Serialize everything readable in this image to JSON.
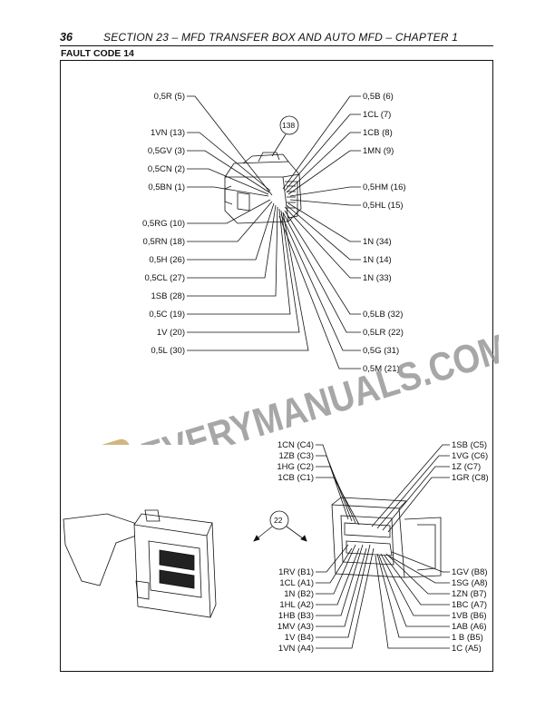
{
  "header": {
    "page_number": "36",
    "section_title": "SECTION 23 – MFD TRANSFER BOX AND AUTO MFD – CHAPTER 1"
  },
  "fault_code": "FAULT CODE 14",
  "connector_138": {
    "callout": "138",
    "left_pins": [
      "0,5R (5)",
      "1VN (13)",
      "0,5GV (3)",
      "0,5CN (2)",
      "0,5BN (1)",
      "0,5RG (10)",
      "0,5RN (18)",
      "0,5H (26)",
      "0,5CL (27)",
      "1SB (28)",
      "0,5C (19)",
      "1V (20)",
      "0,5L (30)"
    ],
    "right_pins": [
      "0,5B (6)",
      "1CL (7)",
      "1CB (8)",
      "1MN (9)",
      "0,5HM (16)",
      "0,5HL (15)",
      "1N (34)",
      "1N (14)",
      "1N (33)",
      "0,5LB (32)",
      "0,5LR (22)",
      "0,5G (31)",
      "0,5M (21)"
    ]
  },
  "connector_22": {
    "callout": "22",
    "upper_left_pins": [
      "1CN (C4)",
      "1ZB (C3)",
      "1HG (C2)",
      "1CB (C1)"
    ],
    "upper_right_pins": [
      "1SB (C5)",
      "1VG (C6)",
      "1Z (C7)",
      "1GR (C8)"
    ],
    "lower_left_pins": [
      "1RV (B1)",
      "1CL (A1)",
      "1N (B2)",
      "1HL (A2)",
      "1HB (B3)",
      "1MV (A3)",
      "1V (B4)",
      "1VN (A4)"
    ],
    "lower_right_pins": [
      "1GV (B8)",
      "1SG (A8)",
      "1ZN (B7)",
      "1BC (A7)",
      "1VB (B6)",
      "1AB (A6)",
      "1  B (B5)",
      "1C (A5)"
    ]
  },
  "watermark": {
    "text": "EVERYMANUALS.COM",
    "logo_letter": "E",
    "colors": {
      "text": "#8a8a8a",
      "logo": "#c9a96b"
    }
  }
}
